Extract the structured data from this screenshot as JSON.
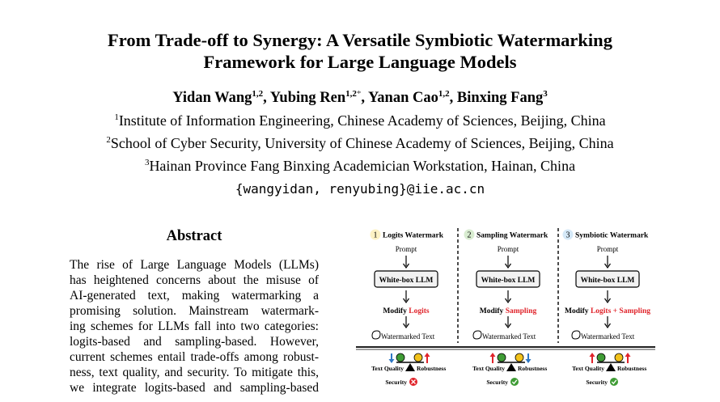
{
  "paper": {
    "title_line1": "From Trade-off to Synergy: A Versatile Symbiotic Watermarking",
    "title_line2": "Framework for Large Language Models",
    "authors": [
      {
        "name": "Yidan Wang",
        "sup": "1,2"
      },
      {
        "name": "Yubing Ren",
        "sup": "1,2",
        "mark": "*"
      },
      {
        "name": "Yanan Cao",
        "sup": "1,2"
      },
      {
        "name": "Binxing Fang",
        "sup": "3"
      }
    ],
    "affiliations": [
      {
        "sup": "1",
        "text": "Institute of Information Engineering, Chinese Academy of Sciences, Beijing, China"
      },
      {
        "sup": "2",
        "text": "School of Cyber Security, University of Chinese Academy of Sciences, Beijing, China"
      },
      {
        "sup": "3",
        "text": "Hainan Province Fang Binxing Academician Workstation, Hainan, China"
      }
    ],
    "email": "{wangyidan, renyubing}@iie.ac.cn"
  },
  "abstract": {
    "heading": "Abstract",
    "lines": [
      "The rise of Large Language Models (LLMs)",
      "has heightened concerns about the misuse of",
      "AI-generated text, making watermarking a",
      "promising solution.  Mainstream watermark-",
      "ing schemes for LLMs fall into two categories:",
      "logits-based and sampling-based.  However,",
      "current schemes entail trade-offs among robust-",
      "ness, text quality, and security. To mitigate this,",
      "we integrate logits-based and sampling-based"
    ]
  },
  "figure": {
    "panels": [
      {
        "num": "1",
        "title": "Logits Watermark",
        "prompt": "Prompt",
        "llm": "White-box LLM",
        "modify": "Modify",
        "modify_red": "Logits",
        "output": "Watermarked Text",
        "quality": "Text Quality",
        "robustness": "Robustness",
        "security": "Security",
        "security_ok": false
      },
      {
        "num": "2",
        "title": "Sampling Watermark",
        "prompt": "Prompt",
        "llm": "White-box LLM",
        "modify": "Modify",
        "modify_red": "Sampling",
        "output": "Watermarked Text",
        "quality": "Text Quality",
        "robustness": "Robustness",
        "security": "Security",
        "security_ok": true
      },
      {
        "num": "3",
        "title": "Symbiotic Watermark",
        "prompt": "Prompt",
        "llm": "White-box LLM",
        "modify": "Modify",
        "modify_red": "Logits + Sampling",
        "output": "Watermarked Text",
        "quality": "Text Quality",
        "robustness": "Robustness",
        "security": "Security",
        "security_ok": true
      }
    ],
    "colors": {
      "num1": "#fdf2c4",
      "num2": "#d8ecd0",
      "num3": "#d4e8f7",
      "red": "#e0232a",
      "green": "#3f9c35",
      "yellow": "#f2c21b",
      "blue": "#2f78c4",
      "box_fill": "#f2f2f2"
    }
  }
}
